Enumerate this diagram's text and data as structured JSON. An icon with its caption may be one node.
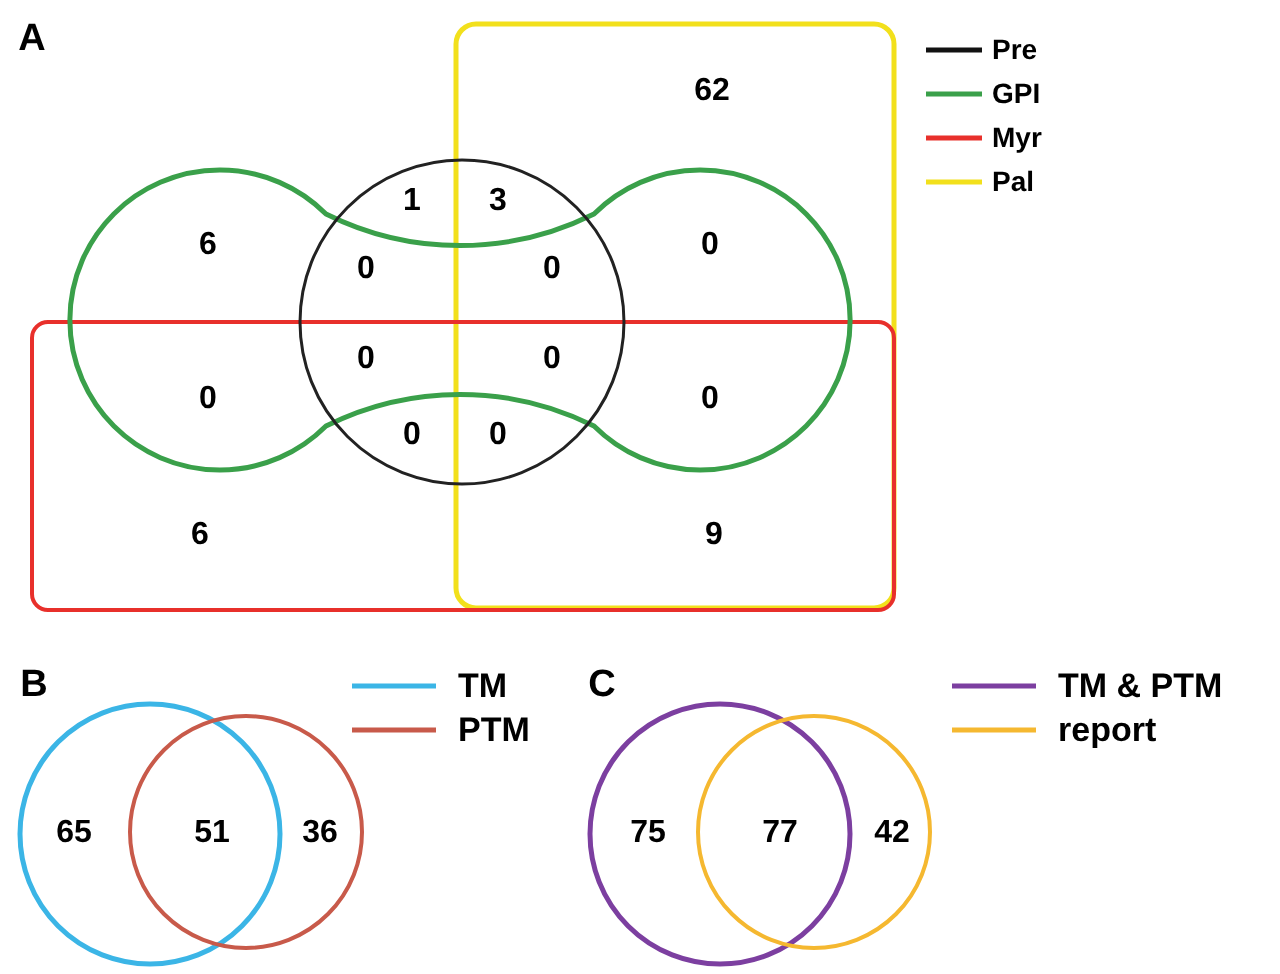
{
  "diagram": {
    "labels": [
      "A",
      "62",
      "1",
      "3",
      "6",
      "0",
      "0",
      "0",
      "0",
      "0",
      "0",
      "0",
      "0",
      "0",
      "6",
      "9",
      "B",
      "65",
      "51",
      "36",
      "C",
      "75",
      "77",
      "42"
    ],
    "legend": [
      {
        "text": "Pre"
      },
      {
        "text": "GPI"
      },
      {
        "text": "Myr"
      },
      {
        "text": "Pal"
      },
      {
        "text": "TM"
      },
      {
        "text": "PTM"
      },
      {
        "text": "TM & PTM"
      },
      {
        "text": "report"
      }
    ]
  }
}
